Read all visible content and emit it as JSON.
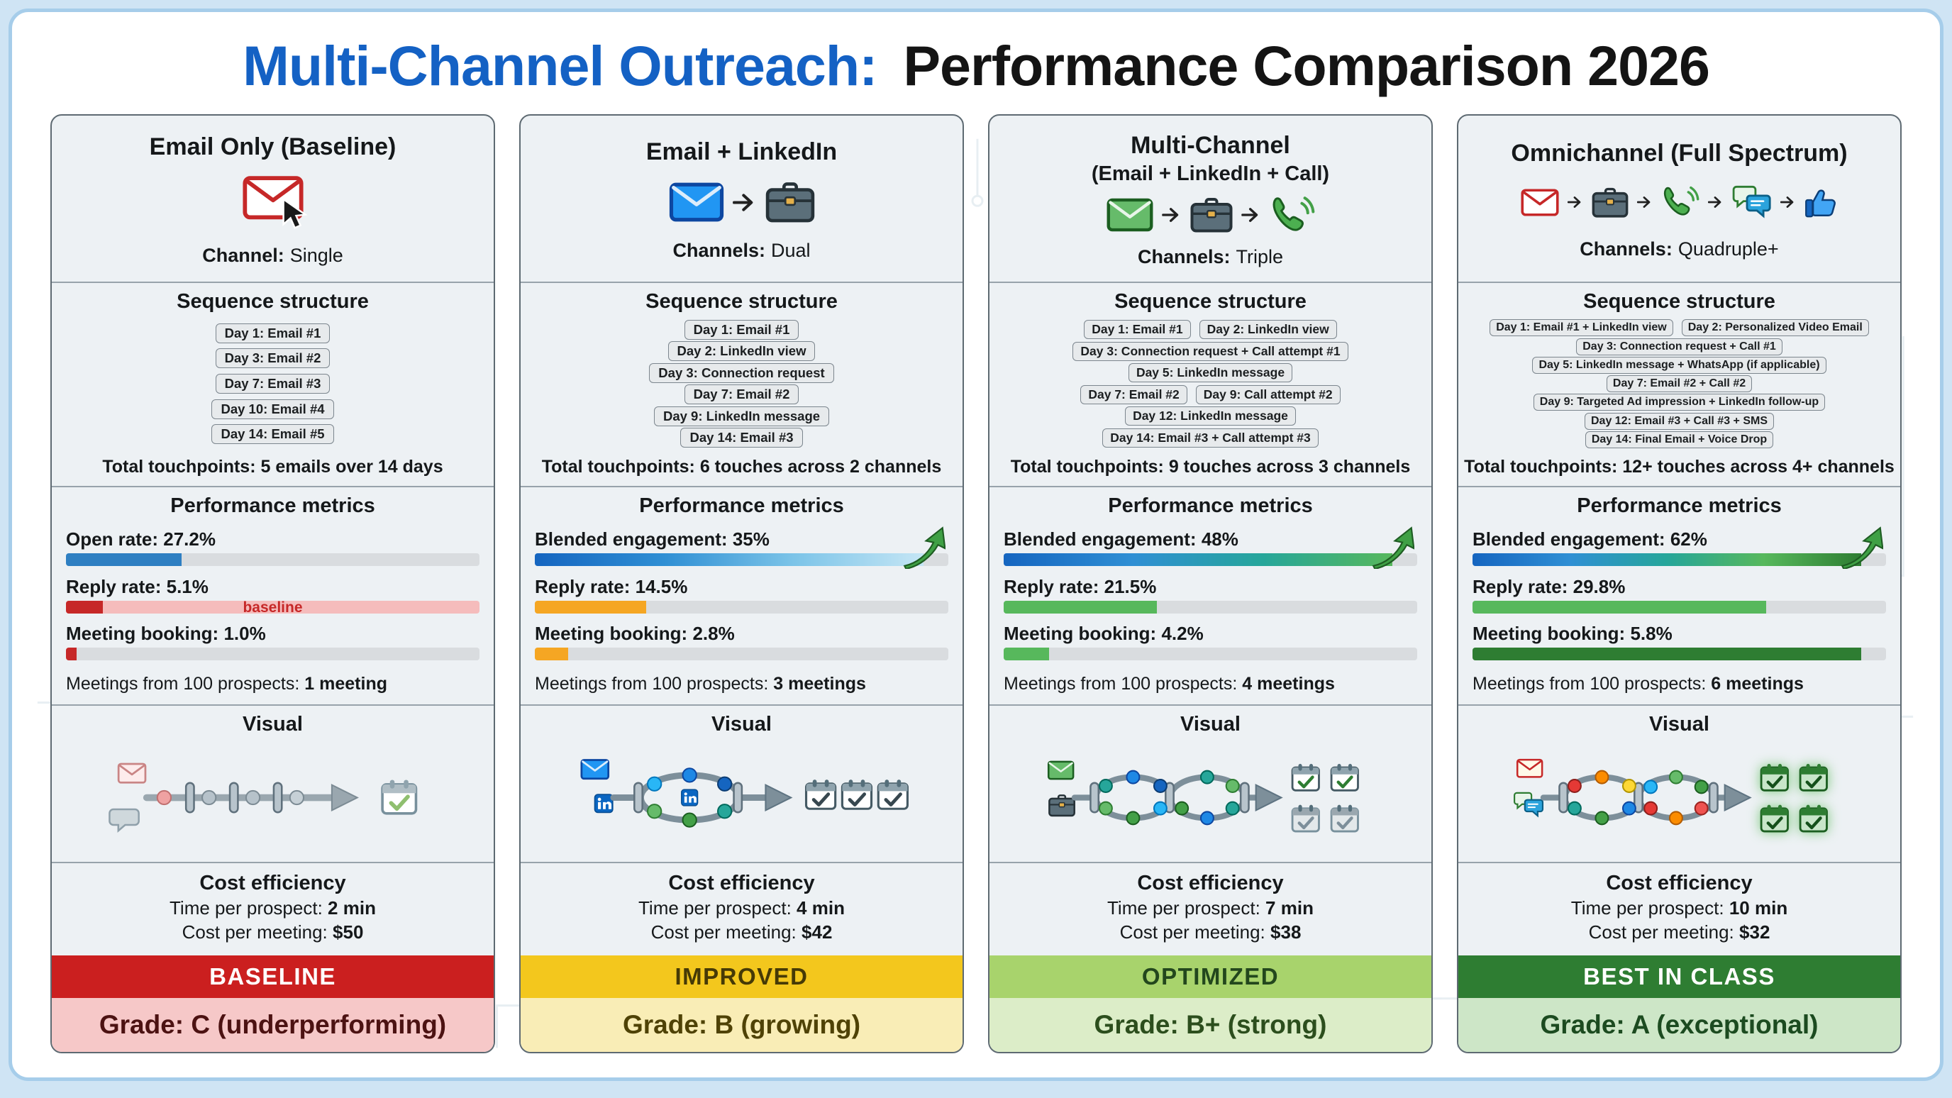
{
  "page": {
    "title_highlight": "Multi-Channel Outreach:",
    "title_rest": "Performance Comparison 2026",
    "accent_blue": "#1461c4"
  },
  "columns": [
    {
      "id": "email-only",
      "title": "Email Only (Baseline)",
      "subtitle": "",
      "icons": [
        "email-cursor-icon"
      ],
      "channel_label": "Channel:",
      "channel_value": "Single",
      "sequence_heading": "Sequence structure",
      "sequence_rows": [
        [
          "Day 1: Email #1"
        ],
        [
          "Day 3: Email #2"
        ],
        [
          "Day 7: Email #3"
        ],
        [
          "Day 10: Email #4"
        ],
        [
          "Day 14: Email #5"
        ]
      ],
      "total_touchpoints": "Total touchpoints: 5 emails over 14 days",
      "metrics_heading": "Performance metrics",
      "metrics": [
        {
          "name": "Open rate:",
          "value": "27.2%",
          "bar": {
            "width": 28,
            "color": "#2e7fc2",
            "track": "#d9dcdf"
          }
        },
        {
          "name": "Reply rate:",
          "value": "5.1%",
          "bar": {
            "width": 9,
            "color": "#c62828",
            "track": "#f5bcbc",
            "overlay": "baseline",
            "overlay_color": "#c62828"
          }
        },
        {
          "name": "Meeting booking:",
          "value": "1.0%",
          "bar": {
            "width": 2.5,
            "color": "#c62828",
            "track": "#d9dcdf"
          }
        }
      ],
      "meetings_label": "Meetings from 100 prospects:",
      "meetings_value": "1 meeting",
      "visual_heading": "Visual",
      "cost_heading": "Cost efficiency",
      "cost_rows": [
        {
          "label": "Time per prospect:",
          "value": "2 min"
        },
        {
          "label": "Cost per meeting:",
          "value": "$50"
        }
      ],
      "banner": "BASELINE",
      "banner_bg": "#cb1f1f",
      "banner_color": "#ffffff",
      "grade": "Grade: C (underperforming)",
      "grade_bg": "#f6c8c8",
      "grade_color": "#4c1212"
    },
    {
      "id": "email-linkedin",
      "title": "Email + LinkedIn",
      "subtitle": "",
      "icons": [
        "email-icon",
        "briefcase-icon"
      ],
      "channel_label": "Channels:",
      "channel_value": "Dual",
      "sequence_heading": "Sequence structure",
      "sequence_rows": [
        [
          "Day 1: Email #1"
        ],
        [
          "Day 2: LinkedIn view"
        ],
        [
          "Day 3: Connection request"
        ],
        [
          "Day 7: Email #2"
        ],
        [
          "Day 9: LinkedIn message"
        ],
        [
          "Day 14: Email #3"
        ]
      ],
      "total_touchpoints": "Total touchpoints: 6 touches across 2 channels",
      "metrics_heading": "Performance metrics",
      "metrics": [
        {
          "name": "Blended engagement:",
          "value": "35%",
          "bar": {
            "width": 94,
            "gradient": [
              "#1565c0",
              "#2f8fd4",
              "#7cc4e8",
              "#c5e6f5"
            ],
            "track": "#d9dcdf",
            "arrow": true
          }
        },
        {
          "name": "Reply rate:",
          "value": "14.5%",
          "bar": {
            "width": 27,
            "color": "#f5a623",
            "track": "#d9dcdf"
          }
        },
        {
          "name": "Meeting booking:",
          "value": "2.8%",
          "bar": {
            "width": 8,
            "color": "#f5a623",
            "track": "#d9dcdf"
          }
        }
      ],
      "meetings_label": "Meetings from 100 prospects:",
      "meetings_value": "3 meetings",
      "visual_heading": "Visual",
      "cost_heading": "Cost efficiency",
      "cost_rows": [
        {
          "label": "Time per prospect:",
          "value": "4 min"
        },
        {
          "label": "Cost per meeting:",
          "value": "$42"
        }
      ],
      "banner": "IMPROVED",
      "banner_bg": "#f3c71d",
      "banner_color": "#463a06",
      "grade": "Grade: B (growing)",
      "grade_bg": "#f9edb6",
      "grade_color": "#4f4206"
    },
    {
      "id": "multi-channel",
      "title": "Multi-Channel",
      "subtitle": "(Email + LinkedIn + Call)",
      "icons": [
        "email-icon",
        "briefcase-icon",
        "phone-icon"
      ],
      "channel_label": "Channels:",
      "channel_value": "Triple",
      "sequence_heading": "Sequence structure",
      "sequence_rows": [
        [
          "Day 1: Email #1",
          "Day 2: LinkedIn view"
        ],
        [
          "Day 3: Connection request + Call attempt #1"
        ],
        [
          "Day 5: LinkedIn message"
        ],
        [
          "Day 7: Email #2",
          "Day 9: Call attempt #2"
        ],
        [
          "Day 12: LinkedIn message"
        ],
        [
          "Day 14: Email #3 + Call attempt #3"
        ]
      ],
      "total_touchpoints": "Total touchpoints: 9 touches across 3 channels",
      "metrics_heading": "Performance metrics",
      "metrics": [
        {
          "name": "Blended engagement:",
          "value": "48%",
          "bar": {
            "width": 94,
            "gradient": [
              "#1565c0",
              "#2f8fd4",
              "#26a69a",
              "#57b85c"
            ],
            "track": "#d9dcdf",
            "arrow": true
          }
        },
        {
          "name": "Reply rate:",
          "value": "21.5%",
          "bar": {
            "width": 37,
            "color": "#57b85c",
            "track": "#d9dcdf"
          }
        },
        {
          "name": "Meeting booking:",
          "value": "4.2%",
          "bar": {
            "width": 11,
            "color": "#57b85c",
            "track": "#d9dcdf"
          }
        }
      ],
      "meetings_label": "Meetings from 100 prospects:",
      "meetings_value": "4 meetings",
      "visual_heading": "Visual",
      "cost_heading": "Cost efficiency",
      "cost_rows": [
        {
          "label": "Time per prospect:",
          "value": "7 min"
        },
        {
          "label": "Cost per meeting:",
          "value": "$38"
        }
      ],
      "banner": "OPTIMIZED",
      "banner_bg": "#a8d36c",
      "banner_color": "#23471d",
      "grade": "Grade: B+ (strong)",
      "grade_bg": "#dcedc8",
      "grade_color": "#2c4e1d"
    },
    {
      "id": "omnichannel",
      "title": "Omnichannel (Full Spectrum)",
      "subtitle": "",
      "icons": [
        "email-icon",
        "briefcase-icon",
        "phone-icon",
        "chat-icon",
        "thumbs-up-icon"
      ],
      "channel_label": "Channels:",
      "channel_value": "Quadruple+",
      "sequence_heading": "Sequence structure",
      "sequence_rows": [
        [
          "Day 1: Email #1 + LinkedIn view",
          "Day 2: Personalized Video Email"
        ],
        [
          "Day 3: Connection request + Call #1"
        ],
        [
          "Day 5: LinkedIn message + WhatsApp (if applicable)"
        ],
        [
          "Day 7: Email #2 + Call #2"
        ],
        [
          "Day 9: Targeted Ad impression + LinkedIn follow-up"
        ],
        [
          "Day 12: Email #3 + Call #3 + SMS"
        ],
        [
          "Day 14: Final Email + Voice Drop"
        ]
      ],
      "total_touchpoints": "Total touchpoints: 12+ touches across 4+ channels",
      "metrics_heading": "Performance metrics",
      "metrics": [
        {
          "name": "Blended engagement:",
          "value": "62%",
          "bar": {
            "width": 94,
            "gradient": [
              "#1565c0",
              "#2f8fd4",
              "#26a69a",
              "#57b85c",
              "#2e7d32"
            ],
            "track": "#d9dcdf",
            "arrow": true
          }
        },
        {
          "name": "Reply rate:",
          "value": "29.8%",
          "bar": {
            "width": 71,
            "color": "#57b85c",
            "track": "#d9dcdf"
          }
        },
        {
          "name": "Meeting booking:",
          "value": "5.8%",
          "bar": {
            "width": 94,
            "color": "#2e7d32",
            "track": "#d9dcdf"
          }
        }
      ],
      "meetings_label": "Meetings from 100 prospects:",
      "meetings_value": "6 meetings",
      "visual_heading": "Visual",
      "cost_heading": "Cost efficiency",
      "cost_rows": [
        {
          "label": "Time per prospect:",
          "value": "10 min"
        },
        {
          "label": "Cost per meeting:",
          "value": "$32"
        }
      ],
      "banner": "BEST IN CLASS",
      "banner_bg": "#2e7d32",
      "banner_color": "#ffffff",
      "grade": "Grade: A (exceptional)",
      "grade_bg": "#cde6c7",
      "grade_color": "#1c4b20"
    }
  ]
}
